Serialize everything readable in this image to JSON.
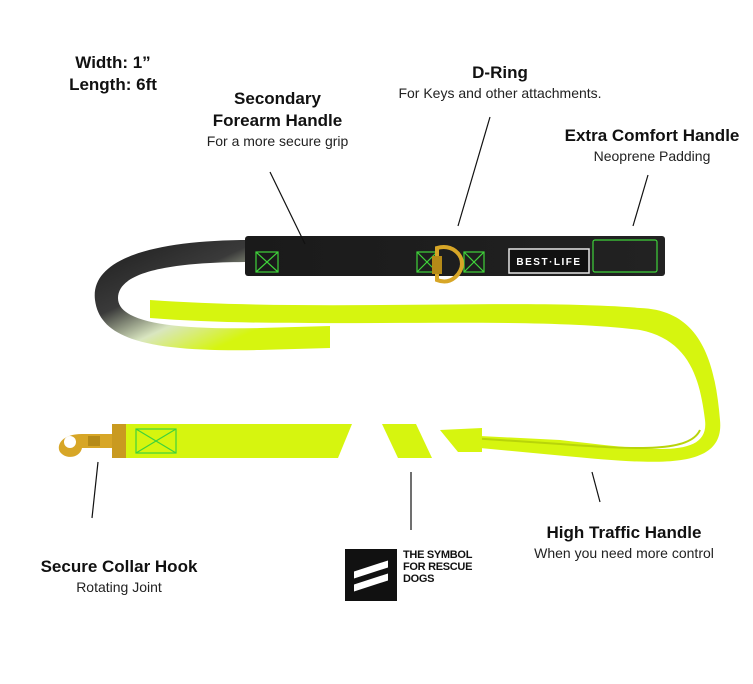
{
  "specs": {
    "width": "Width: 1”",
    "length": "Length: 6ft"
  },
  "callouts": {
    "secondary_handle": {
      "title_line1": "Secondary",
      "title_line2": "Forearm Handle",
      "desc": "For a more secure grip"
    },
    "d_ring": {
      "title": "D-Ring",
      "desc": "For Keys and other attachments."
    },
    "comfort_handle": {
      "title": "Extra Comfort Handle",
      "desc": "Neoprene Padding"
    },
    "collar_hook": {
      "title": "Secure Collar Hook",
      "desc": "Rotating Joint"
    },
    "traffic_handle": {
      "title": "High Traffic Handle",
      "desc": "When you need more control"
    }
  },
  "brand_tag": "BEST·LIFE",
  "logo_text": "THE SYMBOL FOR RESCUE DOGS",
  "colors": {
    "leash_neon": "#d6f50f",
    "leash_black": "#1c1c1c",
    "stitch_green": "#3fd23a",
    "brass": "#d7a627"
  }
}
